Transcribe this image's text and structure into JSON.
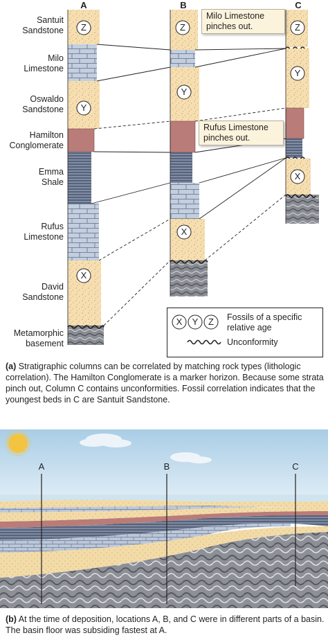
{
  "columns": {
    "a": "A",
    "b": "B",
    "c": "C"
  },
  "units": {
    "santuit": "Santuit\nSandstone",
    "milo": "Milo\nLimestone",
    "oswaldo": "Oswaldo\nSandstone",
    "hamilton": "Hamilton\nConglomerate",
    "emma": "Emma\nShale",
    "rufus": "Rufus\nLimestone",
    "david": "David\nSandstone",
    "metamorphic": "Metamorphic\nbasement"
  },
  "fossils": {
    "z": "Z",
    "y": "Y",
    "x": "X"
  },
  "callouts": {
    "milo": "Milo Limestone\npinches out.",
    "rufus": "Rufus Limestone\npinches out."
  },
  "legend": {
    "fossils_text": "Fossils of a specific\nrelative age",
    "unconformity_text": "Unconformity"
  },
  "caption_a": {
    "tag": "(a)",
    "text": " Stratigraphic columns can be correlated by matching rock types (lithologic correlation). The Hamilton Conglomerate is a marker horizon. Because some strata pinch out, Column C contains unconformities. Fossil correlation indicates that the youngest beds in C are Santuit Sandstone."
  },
  "caption_b": {
    "tag": "(b)",
    "text": " At the time of deposition, locations A, B, and C were in different parts of a basin. The basin floor was subsiding fastest at A."
  },
  "colors": {
    "sandstone": "#f6deb0",
    "limestone": "#c3cfdf",
    "conglomerate": "#b97c79",
    "shale": "#6c7890",
    "basement": "#8a8d93",
    "callout_bg": "#fbf3dc",
    "sky": "#bed8ea",
    "sun": "#f3c542"
  }
}
